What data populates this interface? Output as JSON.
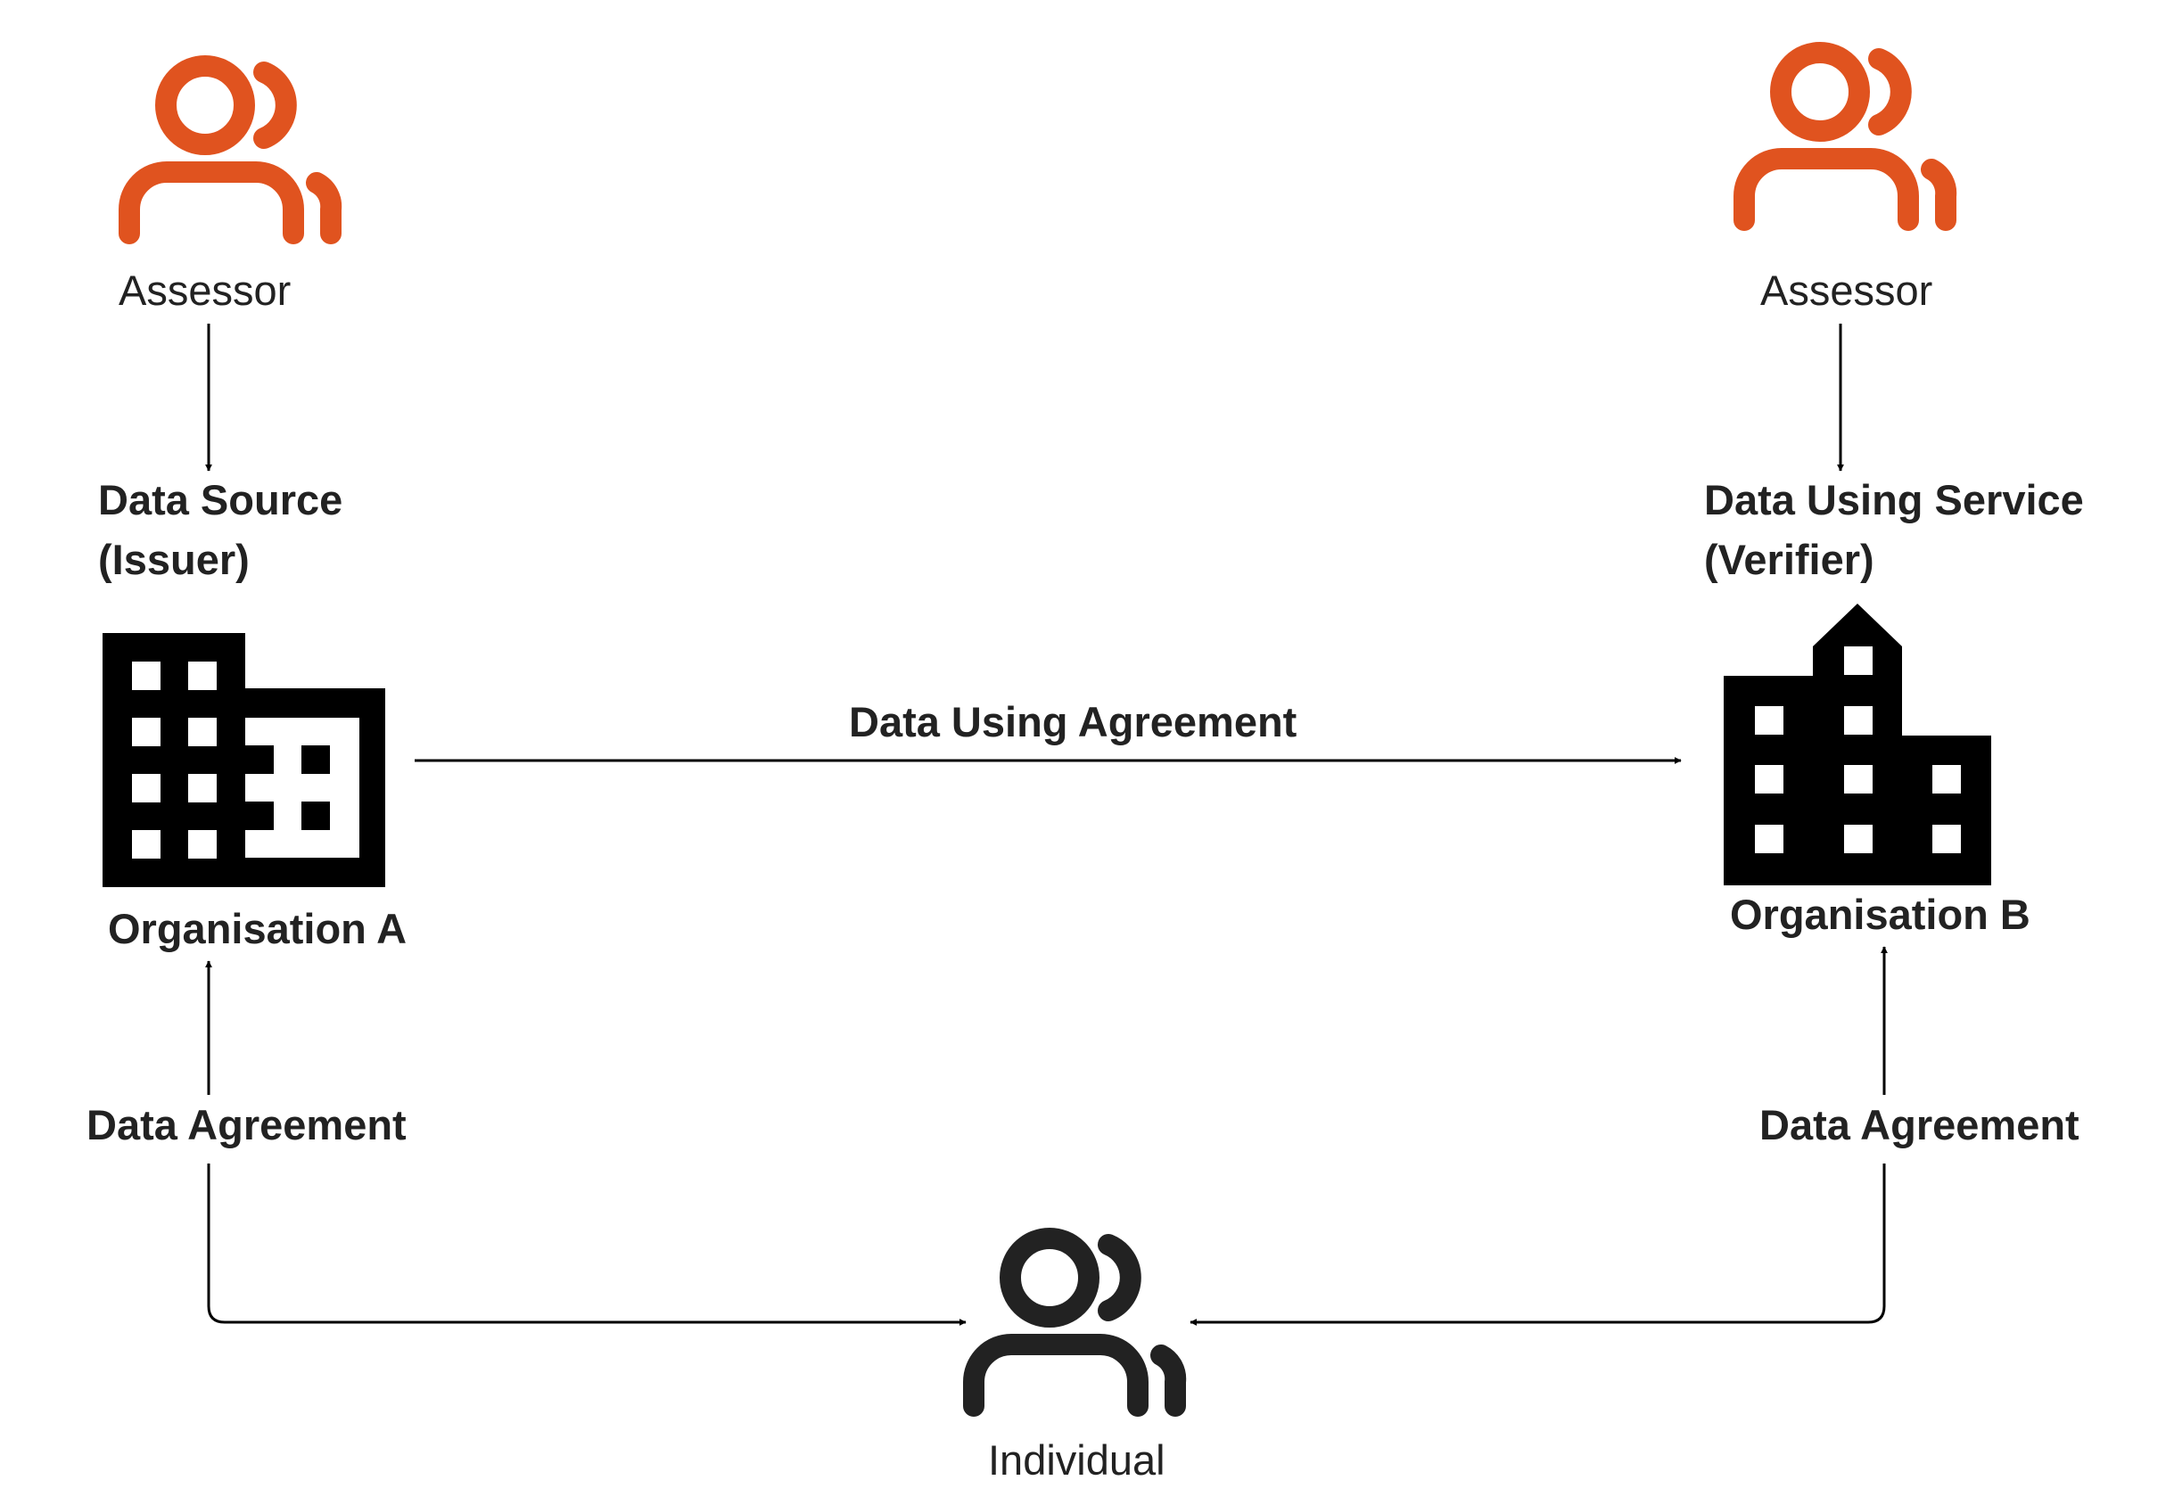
{
  "colors": {
    "assessor": "#E0531F",
    "individual": "#222222",
    "building": "#000000",
    "line": "#000000"
  },
  "nodes": {
    "assessor_left": {
      "label": "Assessor",
      "icon": "users-icon"
    },
    "assessor_right": {
      "label": "Assessor",
      "icon": "users-icon"
    },
    "data_source": {
      "line1": "Data Source",
      "line2": "(Issuer)"
    },
    "data_using_service": {
      "line1": "Data Using Service",
      "line2": "(Verifier)"
    },
    "org_a": {
      "label": "Organisation A",
      "icon": "office-building-icon"
    },
    "org_b": {
      "label": "Organisation B",
      "icon": "city-building-icon"
    },
    "individual": {
      "label": "Individual",
      "icon": "users-icon"
    }
  },
  "edges": {
    "data_using_agreement": "Data Using Agreement",
    "data_agreement_left": "Data Agreement",
    "data_agreement_right": "Data Agreement"
  }
}
